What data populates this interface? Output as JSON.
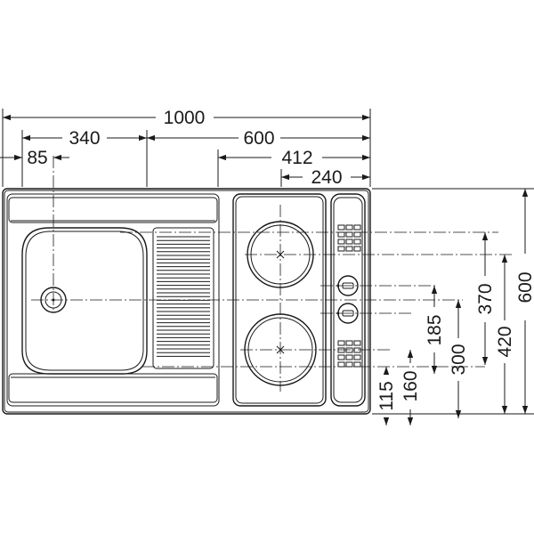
{
  "horizontal_dimensions": {
    "overall_width": "1000",
    "sink_section": "340",
    "hob_section": "600",
    "hob_offset": "412",
    "controls_width": "240",
    "drain_offset": "85"
  },
  "vertical_dimensions": {
    "overall_depth": "600",
    "rear_hotplate": "420",
    "drain_center": "370",
    "front_hotplate": "300",
    "knob_upper": "185",
    "knob_lower": "160",
    "front_edge": "115"
  }
}
